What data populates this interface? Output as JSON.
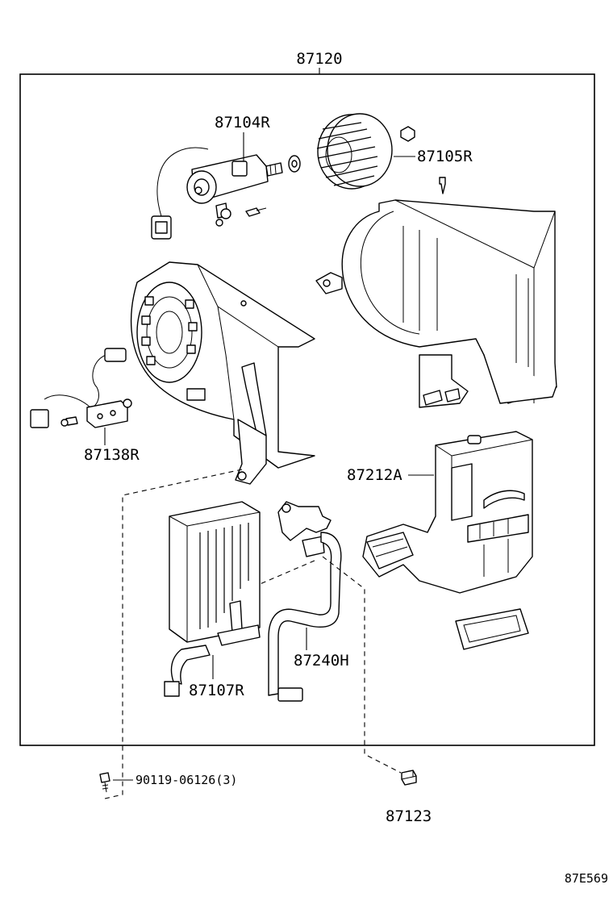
{
  "assembly": {
    "part_number": "87120"
  },
  "parts": {
    "blower_motor": "87104R",
    "blower_fan": "87105R",
    "resistor": "87138R",
    "case_cover": "87212A",
    "heater_core": "87107R",
    "hose": "87240H",
    "screw": "90119-06126(3)",
    "clip": "87123"
  },
  "figure_code": "87E569"
}
